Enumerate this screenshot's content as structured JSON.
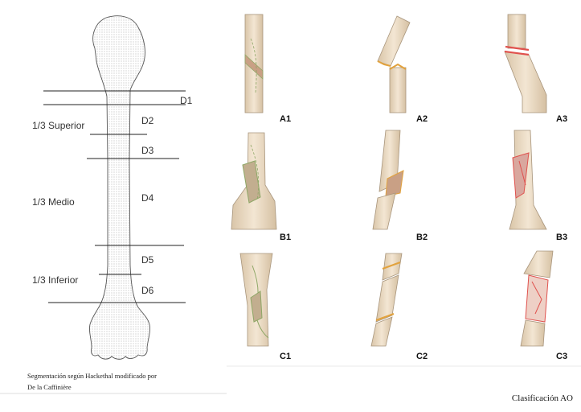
{
  "segmentation": {
    "segments": [
      {
        "id": "D1",
        "label": "D1"
      },
      {
        "id": "D2",
        "label": "D2"
      },
      {
        "id": "D3",
        "label": "D3"
      },
      {
        "id": "D4",
        "label": "D4"
      },
      {
        "id": "D5",
        "label": "D5"
      },
      {
        "id": "D6",
        "label": "D6"
      }
    ],
    "thirds": [
      {
        "label": "1/3 Superior"
      },
      {
        "label": "1/3 Medio"
      },
      {
        "label": "1/3 Inferior"
      }
    ],
    "caption_line1": "Segmentación según Hackethal modificado por",
    "caption_line2": "De la Caffinière"
  },
  "ao_classification": {
    "caption": "Clasificación AO",
    "panels": [
      {
        "label": "A1"
      },
      {
        "label": "A2"
      },
      {
        "label": "A3"
      },
      {
        "label": "B1"
      },
      {
        "label": "B2"
      },
      {
        "label": "B3"
      },
      {
        "label": "C1"
      },
      {
        "label": "C2"
      },
      {
        "label": "C3"
      }
    ]
  },
  "colors": {
    "bone_fill": "#ecdcc6",
    "bone_stroke": "#a8957c",
    "fracture_orange": "#e2a23d",
    "fracture_red": "#e0524e",
    "fracture_green": "#8ea766"
  }
}
